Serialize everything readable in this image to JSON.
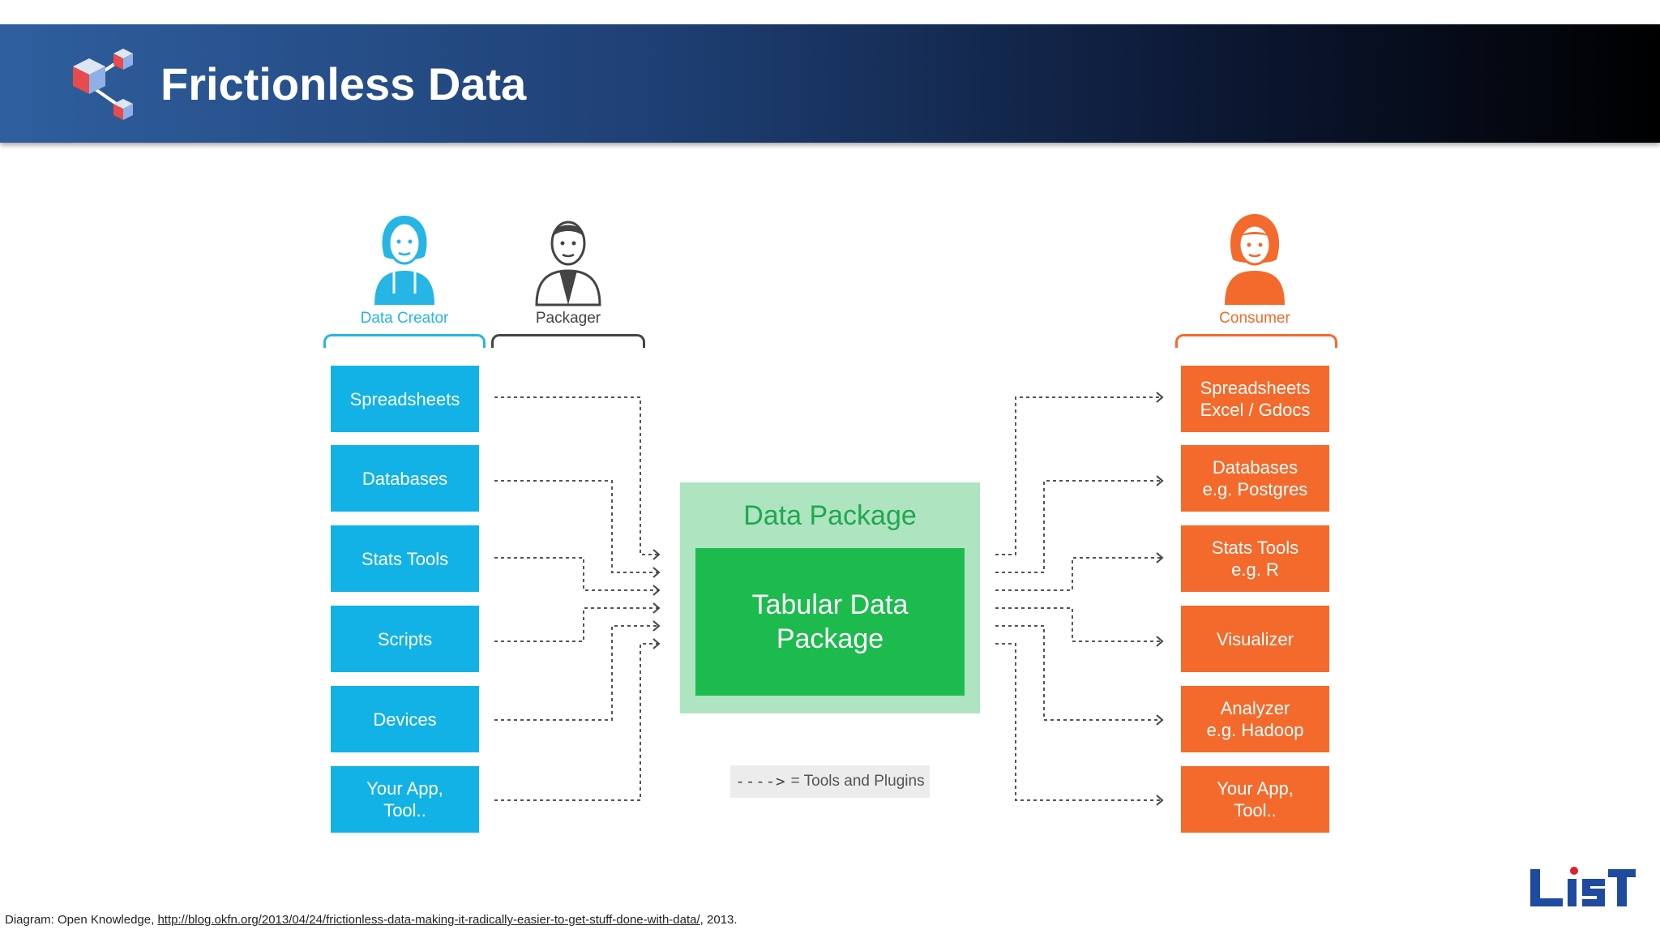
{
  "header": {
    "title": "Frictionless Data",
    "logo_icon": "network-cubes-icon"
  },
  "personas": {
    "creator": {
      "label": "Data Creator",
      "color": "#26b5e4",
      "icon": "woman-avatar-icon"
    },
    "packager": {
      "label": "Packager",
      "color": "#444444",
      "icon": "man-avatar-icon"
    },
    "consumer": {
      "label": "Consumer",
      "color": "#f36a2c",
      "icon": "woman-avatar-icon"
    }
  },
  "sources": [
    {
      "label": "Spreadsheets"
    },
    {
      "label": "Databases"
    },
    {
      "label": "Stats Tools"
    },
    {
      "label": "Scripts"
    },
    {
      "label": "Devices"
    },
    {
      "label": "Your App,\nTool.."
    }
  ],
  "package": {
    "outer_label": "Data Package",
    "inner_label": "Tabular Data\nPackage"
  },
  "consumers": [
    {
      "label": "Spreadsheets\nExcel / Gdocs"
    },
    {
      "label": "Databases\ne.g. Postgres"
    },
    {
      "label": "Stats Tools\ne.g. R"
    },
    {
      "label": "Visualizer"
    },
    {
      "label": "Analyzer\ne.g. Hadoop"
    },
    {
      "label": "Your App,\nTool.."
    }
  ],
  "legend": {
    "arrow": "---->",
    "text": "= Tools and Plugins"
  },
  "caption": {
    "prefix": "Diagram: Open Knowledge, ",
    "link": "http://blog.okfn.org/2013/04/24/frictionless-data-making-it-radically-easier-to-get-stuff-done-with-data/",
    "suffix": ", 2013."
  },
  "footer_logo": {
    "text": "LIST",
    "color": "#1e4aa0"
  },
  "colors": {
    "source_box": "#12b2e6",
    "consumer_box": "#f36a2c",
    "package_outer": "#aee4c0",
    "package_inner": "#1dbb4e"
  }
}
